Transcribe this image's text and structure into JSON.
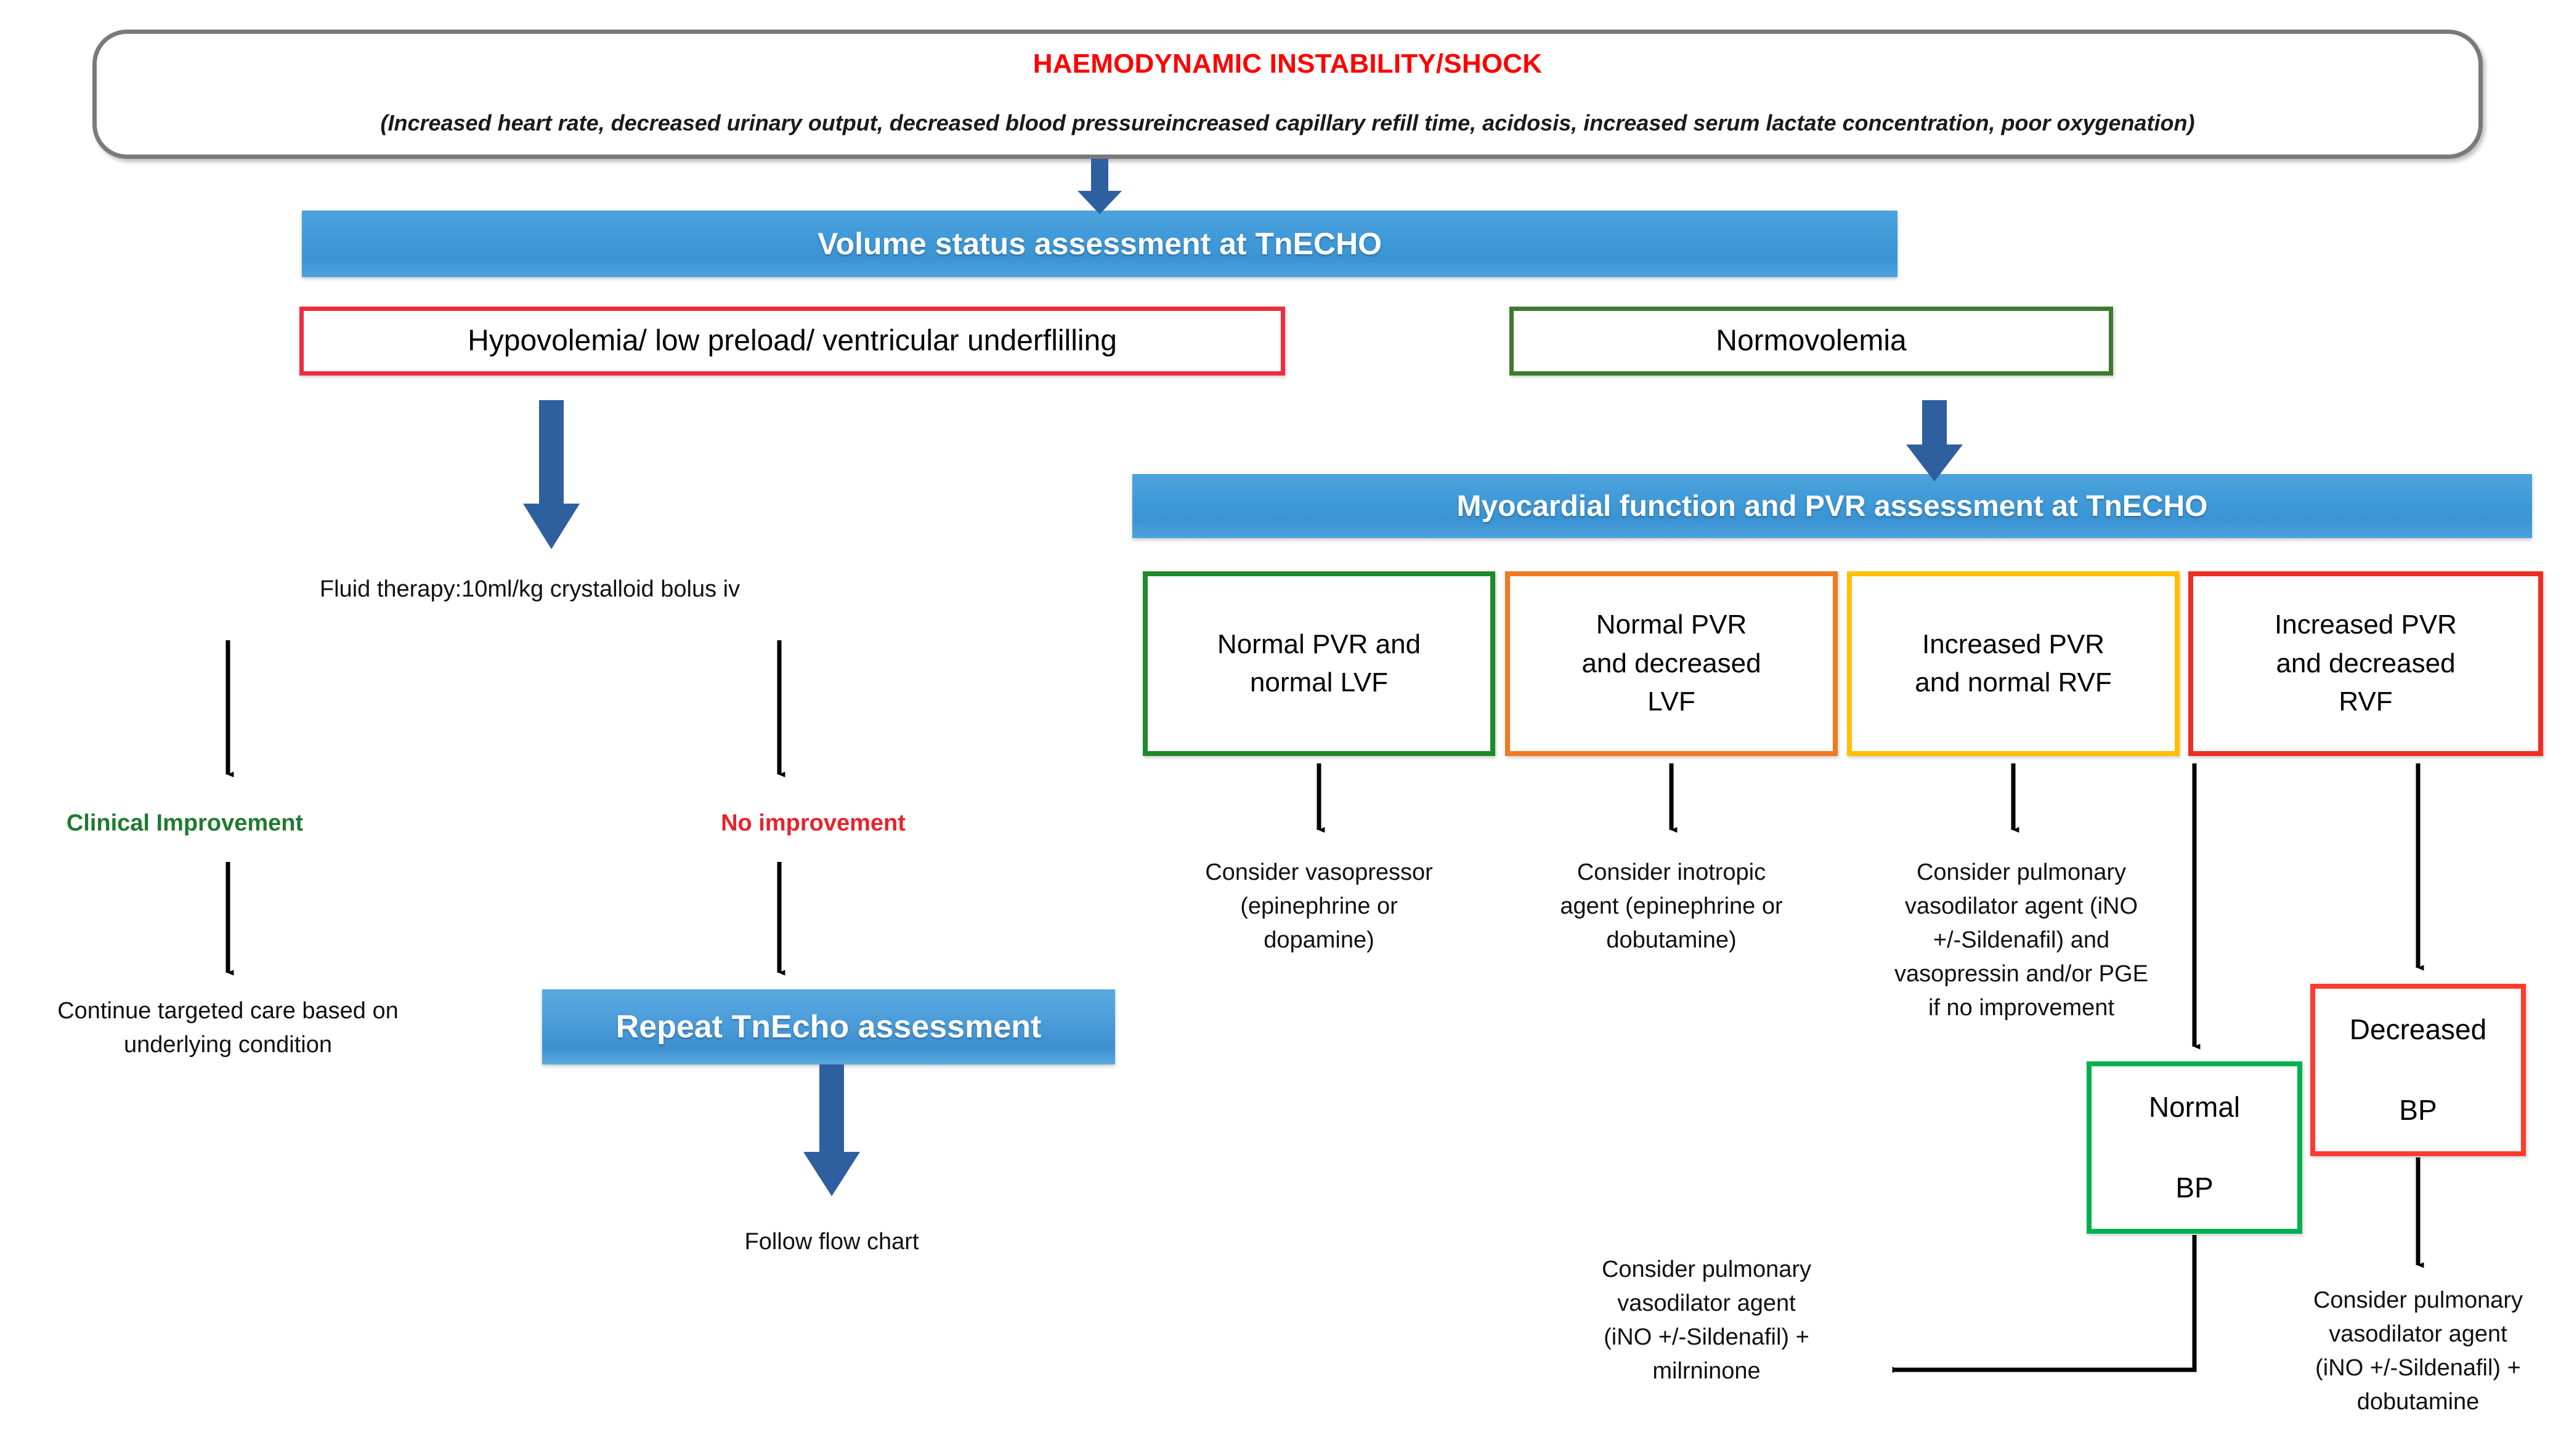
{
  "header": {
    "title": "HAEMODYNAMIC INSTABILITY/SHOCK",
    "title_color": "#ff0000",
    "subtitle": "(Increased heart rate, decreased  urinary output, decreased blood pressureincreased capillary refill time, acidosis, increased serum lactate concentration, poor oxygenation)"
  },
  "banners": {
    "volume_status": "Volume status assessment at TnECHO",
    "myocardial": "Myocardial function and PVR assessment at TnECHO",
    "repeat_tnecho": "Repeat TnEcho assessment"
  },
  "volume_branches": {
    "hypovolemia": "Hypovolemia/ low preload/ ventricular underflilling",
    "hypovolemia_border": "#ef2b3f",
    "normovolemia": "Normovolemia",
    "normovolemia_border": "#3d7a2c"
  },
  "left_branch": {
    "fluid_therapy": "Fluid therapy:10ml/kg crystalloid bolus iv",
    "clinical_improvement": "Clinical Improvement",
    "clinical_improvement_color": "#1f7a30",
    "no_improvement": "No improvement",
    "no_improvement_color": "#e8222a",
    "continue_care_line1": "Continue targeted care based on",
    "continue_care_line2": "underlying condition",
    "follow_flow_chart": "Follow flow chart"
  },
  "pvr_boxes": [
    {
      "line1": "Normal PVR and",
      "line2": "normal LVF",
      "line3": "",
      "border": "#1f8a2c"
    },
    {
      "line1": "Normal PVR",
      "line2": "and decreased",
      "line3": "LVF",
      "border": "#ef7a21"
    },
    {
      "line1": "Increased PVR",
      "line2": "and normal RVF",
      "line3": "",
      "border": "#ffc000"
    },
    {
      "line1": "Increased PVR",
      "line2": "and decreased",
      "line3": "RVF",
      "border": "#ee2d24"
    }
  ],
  "treatments": {
    "t1_line1": "Consider vasopressor",
    "t1_line2": "(epinephrine or",
    "t1_line3": "dopamine)",
    "t2_line1": "Consider inotropic",
    "t2_line2": "agent (epinephrine or",
    "t2_line3": "dobutamine)",
    "t3_line1": "Consider pulmonary",
    "t3_line2": "vasodilator agent (iNO",
    "t3_line3": "+/-Sildenafil) and",
    "t3_line4": "vasopressin and/or PGE",
    "t3_line5": "if no improvement",
    "t4_line1": "Consider pulmonary",
    "t4_line2": "vasodilator agent",
    "t4_line3": "(iNO +/-Sildenafil) +",
    "t4_line4": "milrninone",
    "t5_line1": "Consider pulmonary",
    "t5_line2": "vasodilator agent",
    "t5_line3": "(iNO +/-Sildenafil) +",
    "t5_line4": "dobutamine"
  },
  "bp_boxes": {
    "normal_line1": "Normal",
    "normal_line2": "BP",
    "normal_border": "#00b050",
    "decreased_line1": "Decreased",
    "decreased_line2": "BP",
    "decreased_border": "#ff3b30"
  },
  "icons": {
    "blue_block_arrow": "blue-block-arrow-down",
    "thin_arrow": "thin-arrow-down",
    "elbow_arrow": "elbow-arrow-left"
  },
  "colors": {
    "banner_blue": "#3f9ad8",
    "block_arrow_blue": "#2e5f9e",
    "outline_grey": "#7a7a7a"
  }
}
